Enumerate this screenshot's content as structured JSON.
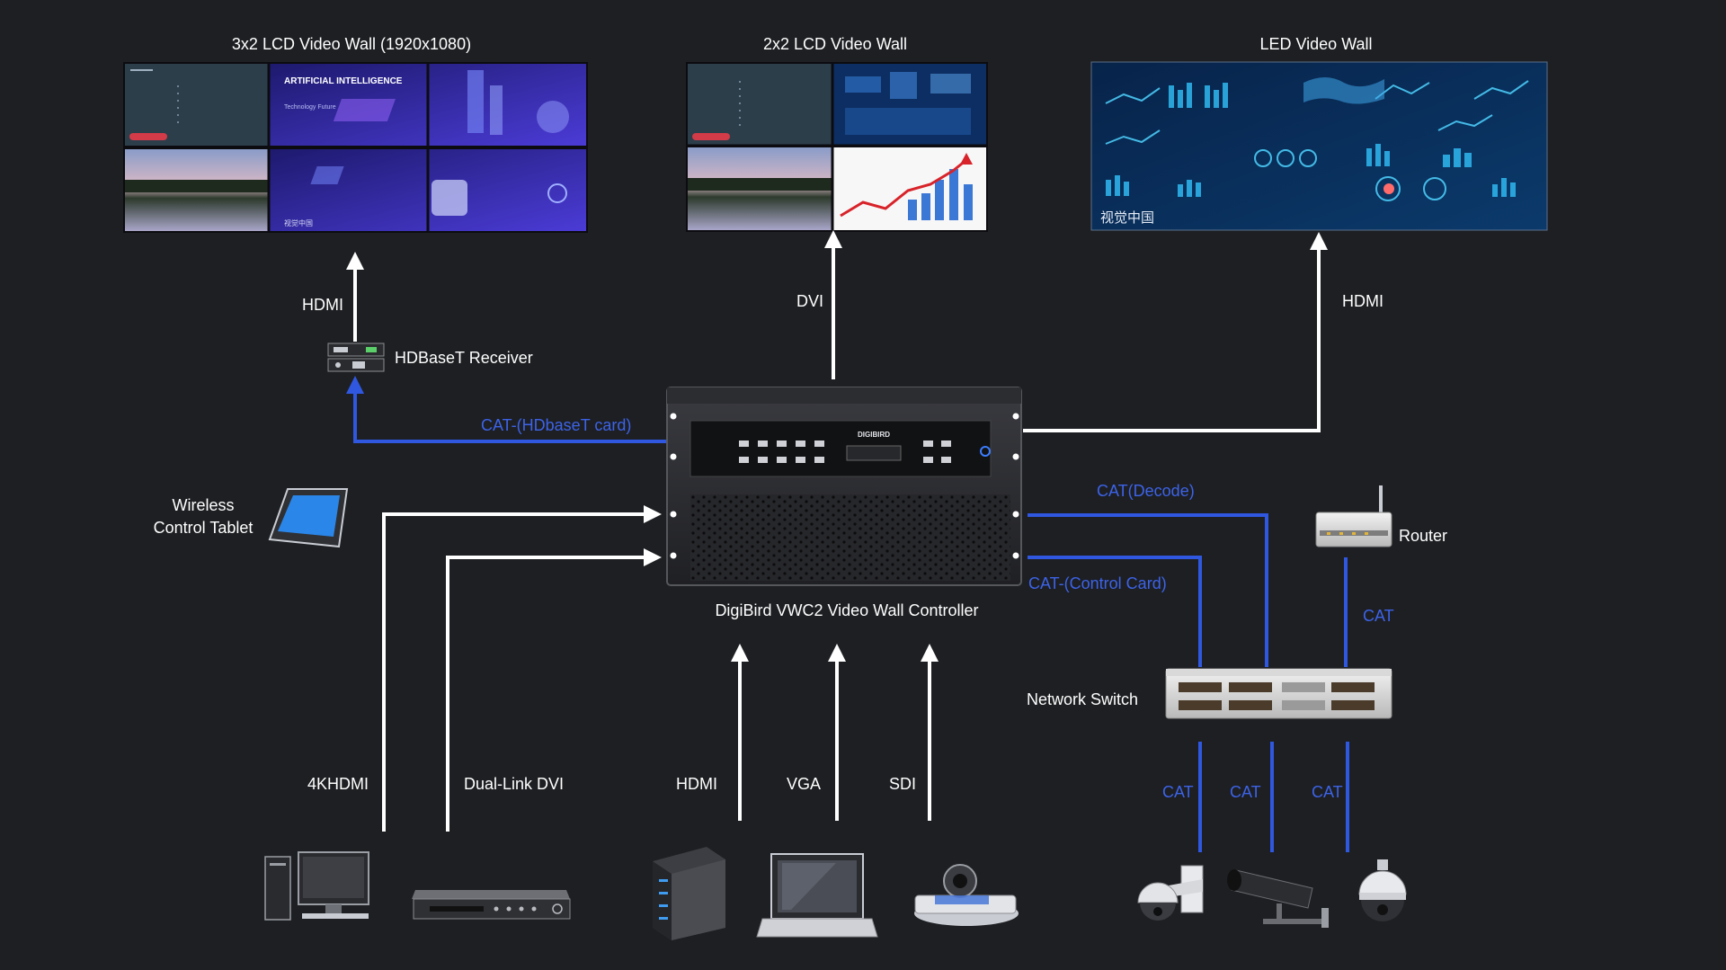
{
  "walls": {
    "lcd3x2": {
      "title": "3x2 LCD Video Wall (1920x1080)",
      "panel_ai_title": "ARTIFICIAL INTELLIGENCE",
      "panel_ai_sub": "Technology Future",
      "panel_footer": "视觉中国"
    },
    "lcd2x2": {
      "title": "2x2 LCD Video Wall"
    },
    "led": {
      "title": "LED Video Wall",
      "footer": "视觉中国"
    }
  },
  "devices": {
    "hdbaset_receiver": "HDBaseT Receiver",
    "controller": "DigiBird VWC2 Video Wall Controller",
    "controller_brand": "DIGIBIRD",
    "tablet": [
      "Wireless",
      "Control Tablet"
    ],
    "router": "Router",
    "network_switch": "Network Switch"
  },
  "connections": {
    "hdmi_top_left": "HDMI",
    "dvi_top": "DVI",
    "hdmi_top_right": "HDMI",
    "cat_hdbaset": "CAT-(HDbaseT card)",
    "cat_decode": "CAT(Decode)",
    "cat_control": "CAT-(Control Card)",
    "cat_router": "CAT",
    "input_4khdmi": "4KHDMI",
    "input_dual_dvi": "Dual-Link DVI",
    "input_hdmi": "HDMI",
    "input_vga": "VGA",
    "input_sdi": "SDI",
    "cam_cat_1": "CAT",
    "cam_cat_2": "CAT",
    "cam_cat_3": "CAT"
  },
  "colors": {
    "background": "#1d1f22",
    "signal_white": "#ffffff",
    "network_blue": "#2f57e0"
  },
  "icons": [
    "desktop-pc-icon",
    "dvd-player-icon",
    "server-tower-icon",
    "laptop-icon",
    "conference-camera-icon",
    "dome-camera-icon",
    "bullet-camera-icon",
    "ptz-camera-icon"
  ]
}
